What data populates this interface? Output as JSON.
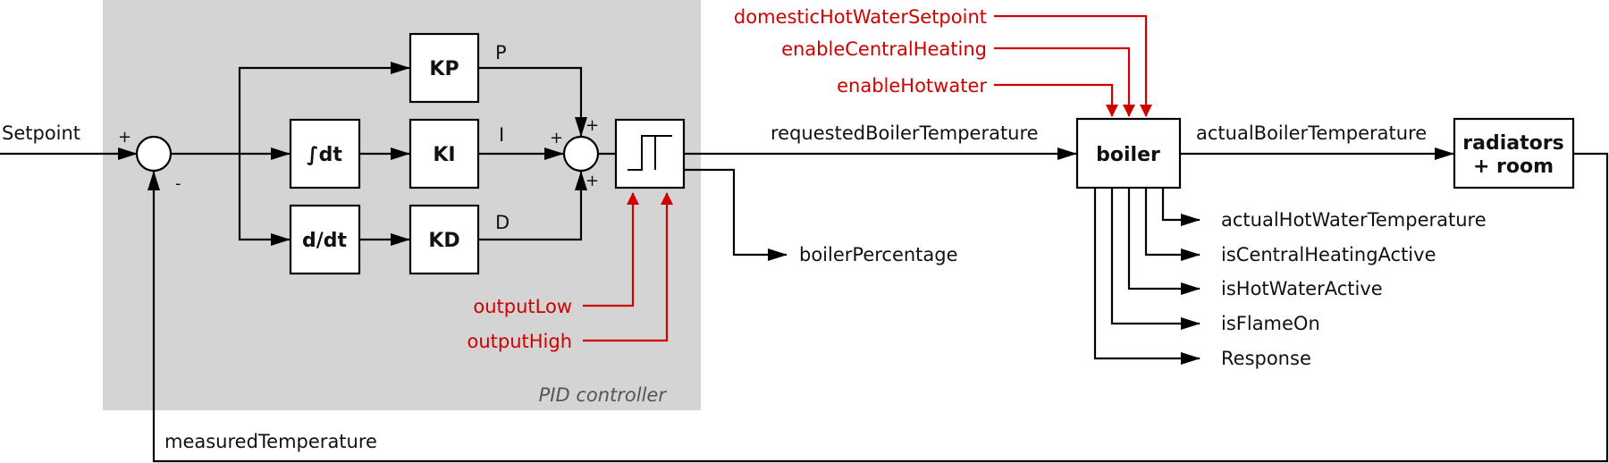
{
  "diagram": {
    "pid_region_label": "PID controller",
    "blocks": {
      "kp": "KP",
      "ki": "KI",
      "kd": "KD",
      "integrator": "∫dt",
      "derivative": "d/dt",
      "boiler": "boiler",
      "radiators_line1": "radiators",
      "radiators_line2": "+ room"
    },
    "signals": {
      "setpoint": "Setpoint",
      "p": "P",
      "i": "I",
      "d": "D",
      "requested_boiler_temperature": "requestedBoilerTemperature",
      "actual_boiler_temperature": "actualBoilerTemperature",
      "boiler_percentage": "boilerPercentage",
      "measured_temperature": "measuredTemperature"
    },
    "red_inputs": {
      "domestic_hot_water_setpoint": "domesticHotWaterSetpoint",
      "enable_central_heating": "enableCentralHeating",
      "enable_hotwater": "enableHotwater",
      "output_low": "outputLow",
      "output_high": "outputHigh"
    },
    "boiler_outputs": [
      "actualHotWaterTemperature",
      "isCentralHeatingActive",
      "isHotWaterActive",
      "isFlameOn",
      "Response"
    ],
    "signs": {
      "plus": "+",
      "minus": "-"
    },
    "colors": {
      "pid_background": "#d4d4d4",
      "signal_red": "#d10000",
      "line": "#000000"
    }
  }
}
